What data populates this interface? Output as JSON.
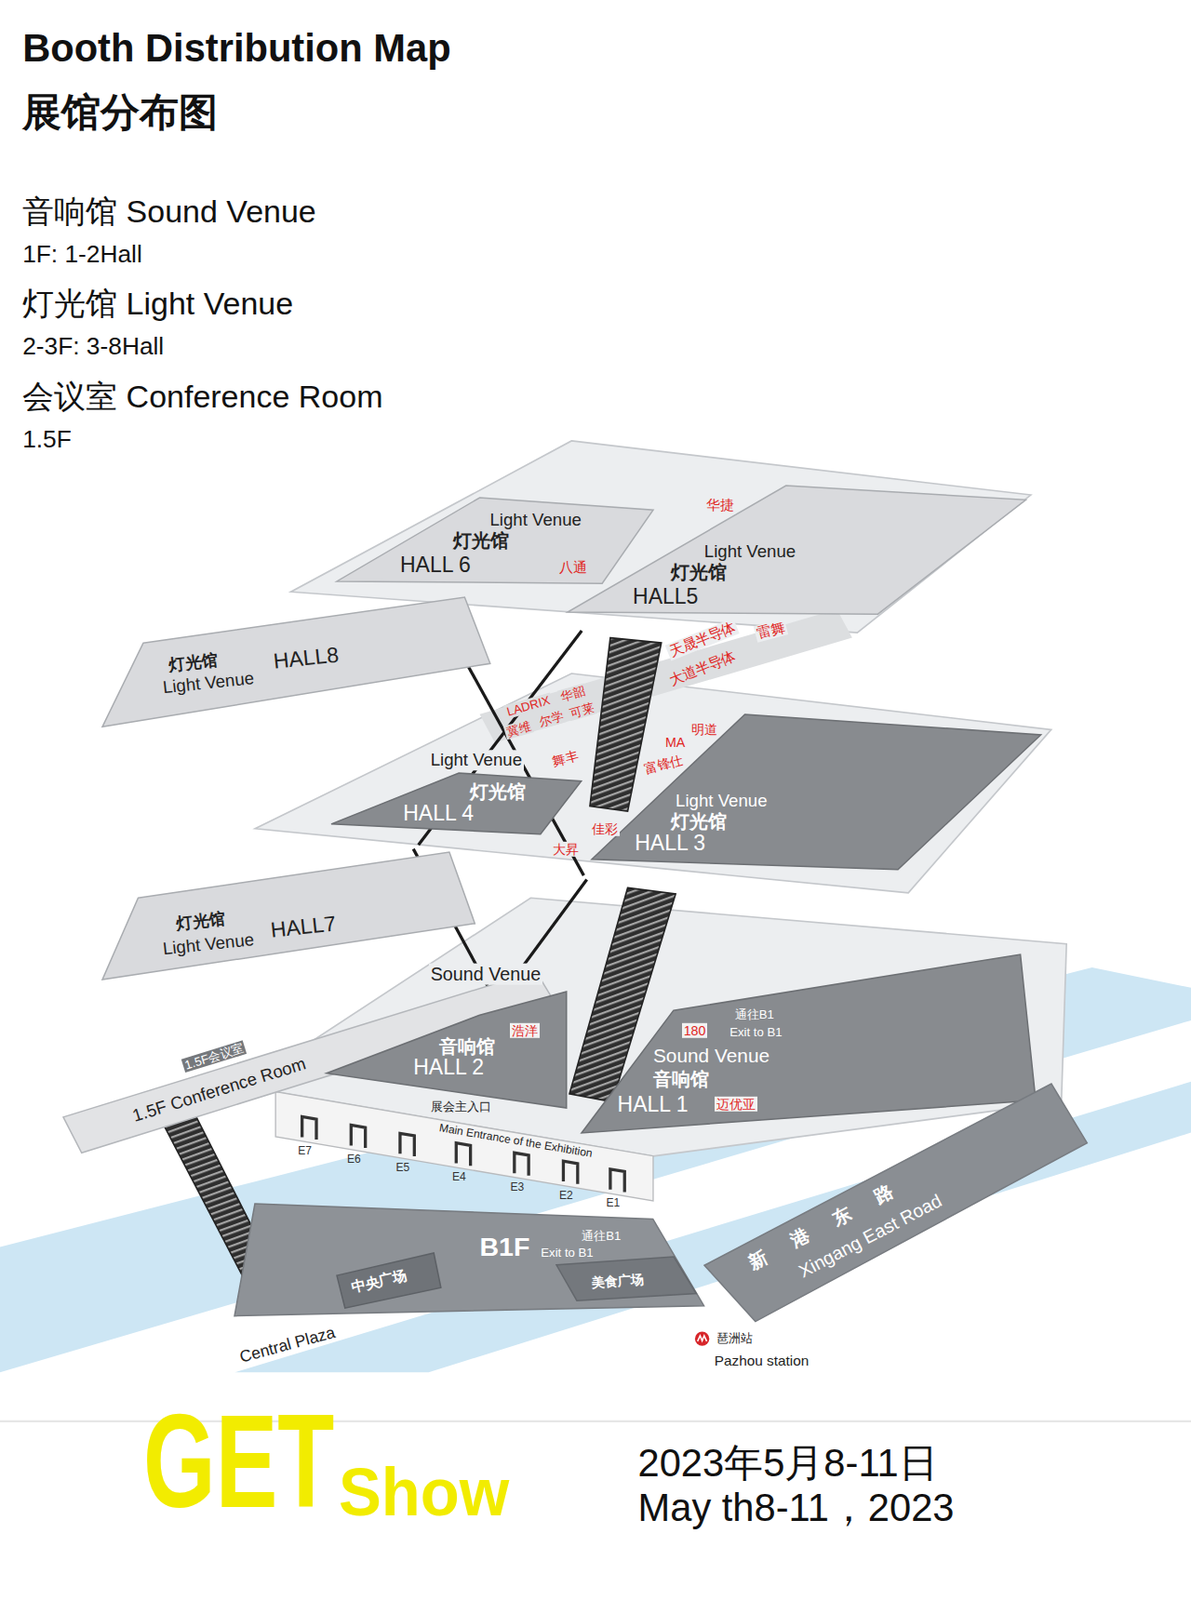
{
  "diagram": {
    "title": "Booth Distribution Map",
    "nodes": [
      {
        "text": [
          "Light Venue",
          "灯光馆",
          "HALL 6"
        ]
      },
      {
        "text": [
          "Light Venue",
          "灯光馆",
          "HALL5"
        ]
      },
      {
        "text": [
          "灯光馆",
          "HALL8",
          "Light Venue"
        ]
      },
      {
        "text": [
          "Light Venue",
          "灯光馆",
          "HALL 4"
        ]
      },
      {
        "text": [
          "Light Venue",
          "灯光馆",
          "HALL 3"
        ]
      },
      {
        "text": [
          "灯光馆",
          "HALL7",
          "Light Venue"
        ]
      },
      {
        "text": [
          "1.5F会议室",
          "1.5F Conference Room"
        ]
      },
      {
        "text": [
          "Sound Venue",
          "音响馆",
          "HALL 2"
        ]
      },
      {
        "text": [
          "Sound Venue",
          "音响馆",
          "HALL 1"
        ]
      },
      {
        "text": [
          "B1F"
        ]
      },
      {
        "text": [
          "中央广场",
          "Central Plaza"
        ],
        "in": 9
      },
      {
        "text": [
          "美食广场"
        ],
        "in": 9
      },
      {
        "text": [
          "新港东路",
          "Xingang East Road"
        ]
      }
    ],
    "labels": [
      "展馆分布图",
      "音响馆 Sound Venue",
      "1F: 1-2Hall",
      "灯光馆 Light Venue",
      "2-3F: 3-8Hall",
      "会议室 Conference Room",
      "1.5F",
      "华捷",
      "八通",
      "雷舞",
      "天晟半导体",
      "大道半导体",
      "LADRIX",
      "华韶",
      "冀维",
      "尔学",
      "可莱",
      "MA",
      "明道",
      "富锋仕",
      "舞丰",
      "大昇",
      "佳彩",
      "180",
      "浩洋",
      "迈优亚",
      "展会主入口",
      "Main Entrance of the Exhibition",
      "E7",
      "E6",
      "E5",
      "E4",
      "E3",
      "E2",
      "E1",
      "通往B1",
      "Exit to B1",
      "通往B1",
      "Exit to B1",
      "琶洲站",
      "Pazhou station",
      "GET",
      "Show",
      "2023年5月8-11日",
      "May th8-11，2023"
    ]
  }
}
